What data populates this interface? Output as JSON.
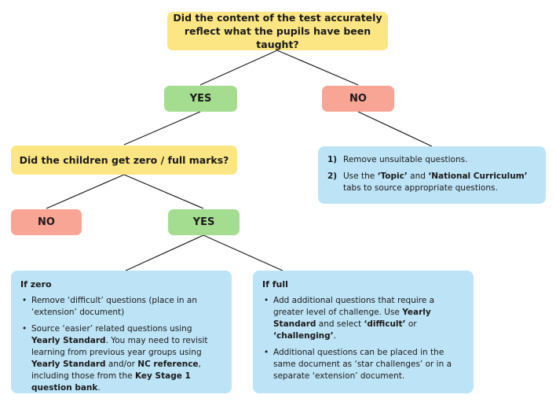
{
  "q1": {
    "line1": "Did the content of the test accurately",
    "line2": "reflect what the pupils have been taught?"
  },
  "q1_yes": "YES",
  "q1_no": "NO",
  "q2": "Did the children get zero / full marks?",
  "q2_no": "NO",
  "q2_yes": "YES",
  "no_box": {
    "item1": {
      "num": "1)",
      "text": "Remove unsuitable questions."
    },
    "item2": {
      "num": "2)",
      "t1": "Use the ",
      "b1": "‘Topic’",
      "t2": " and ",
      "b2": "‘National Curriculum’",
      "t3": " tabs to source appropriate questions."
    }
  },
  "zero_box": {
    "title": "If zero",
    "bullet1": "Remove ‘difficult’ questions (place in an ‘extension’ document)",
    "bullet2": {
      "t1": "Source ‘easier’ related questions using ",
      "b1": "Yearly Standard",
      "t2": ". You may need to revisit learning from previous year groups using ",
      "b2": "Yearly Standard",
      "t3": " and/or ",
      "b3": "NC reference",
      "t4": ", including those from the ",
      "b4": "Key Stage 1 question bank",
      "t5": "."
    }
  },
  "full_box": {
    "title": "If full",
    "bullet1": {
      "t1": "Add additional questions that require a greater level of challenge. Use ",
      "b1": "Yearly Standard",
      "t2": " and select ",
      "b2": "‘difficult’",
      "t3": " or ",
      "b3": "‘challenging’",
      "t4": "."
    },
    "bullet2": "Additional questions can be placed in the same document as ‘star challenges’ or in a separate ‘extension’ document."
  },
  "colors": {
    "question": "#fbe683",
    "yes": "#a4dd90",
    "no": "#f9a596",
    "info": "#bde3f6",
    "line": "#1a1a1a"
  }
}
